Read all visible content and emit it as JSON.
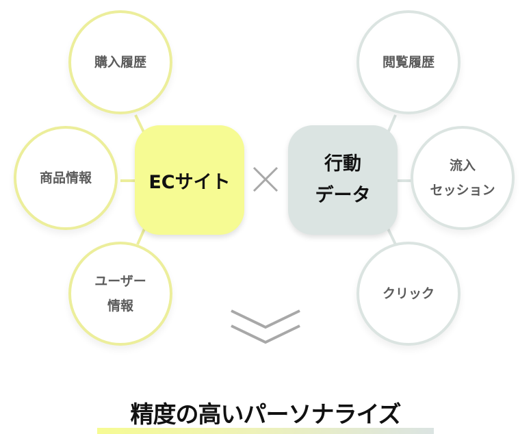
{
  "hubs": {
    "ec": {
      "label": "ECサイト",
      "color": "#f6fb93"
    },
    "behavior": {
      "line1": "行動",
      "line2": "データ",
      "color": "#dbe4e2"
    }
  },
  "operator": {
    "symbol": "×",
    "icon": "times-icon"
  },
  "left_nodes": [
    {
      "line1": "購入履歴"
    },
    {
      "line1": "商品情報"
    },
    {
      "line1": "ユーザー",
      "line2": "情報"
    }
  ],
  "right_nodes": [
    {
      "line1": "閲覧履歴"
    },
    {
      "line1": "流入",
      "line2": "セッション"
    },
    {
      "line1": "クリック"
    }
  ],
  "arrow": {
    "icon": "double-chevron-down-icon"
  },
  "result": {
    "title": "精度の高いパーソナライズ"
  },
  "colors": {
    "left_outline": "#ecee9b",
    "right_outline": "#dbe4e1",
    "chevron": "#a8a8a8"
  }
}
